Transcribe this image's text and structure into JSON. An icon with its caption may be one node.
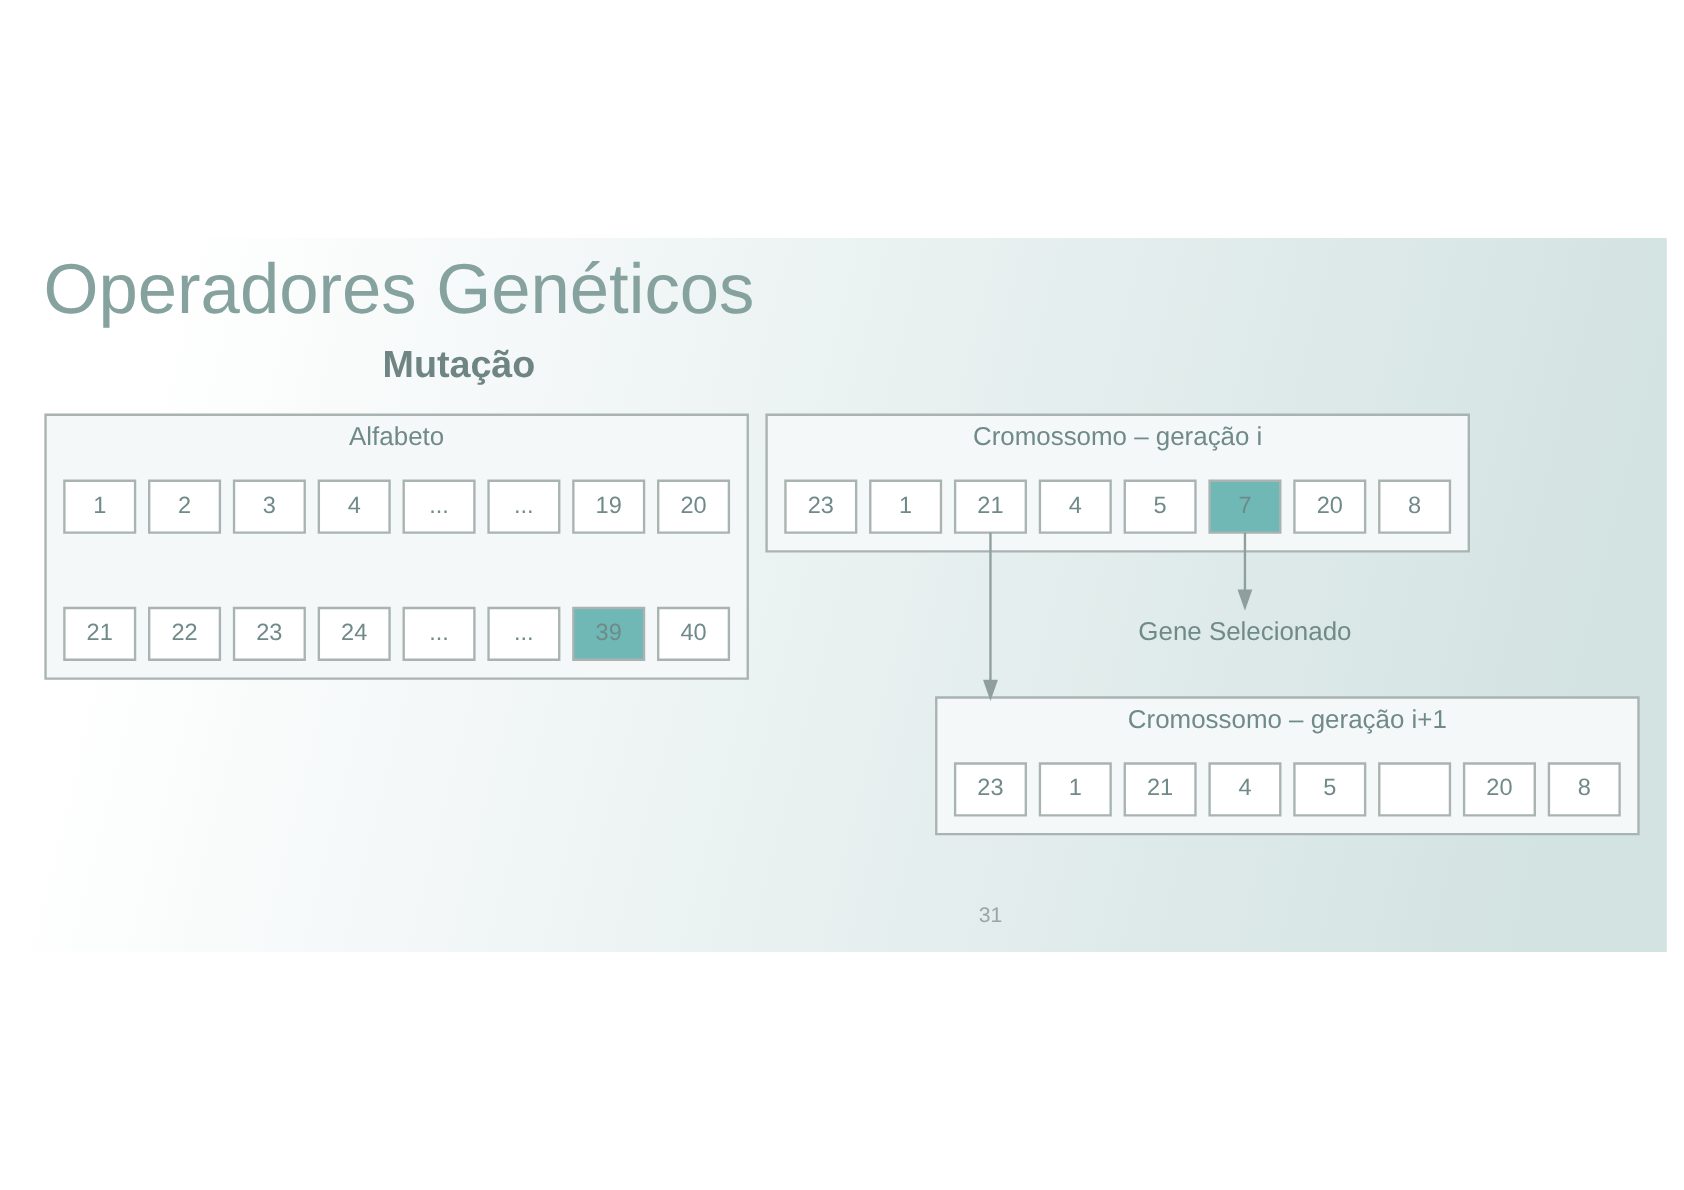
{
  "diagram": {
    "title": "Operadores Genéticos",
    "nodes": [
      {
        "text": [
          "Cromossomo – geração i"
        ]
      },
      {
        "text": [
          "23"
        ],
        "in": 0
      },
      {
        "text": [
          "1"
        ],
        "in": 0
      },
      {
        "text": [
          "21"
        ],
        "in": 0
      },
      {
        "text": [
          "4"
        ],
        "in": 0
      },
      {
        "text": [
          "5"
        ],
        "in": 0
      },
      {
        "text": [
          "7"
        ],
        "in": 0
      },
      {
        "text": [
          "20"
        ],
        "in": 0
      },
      {
        "text": [
          "8"
        ],
        "in": 0
      },
      {
        "text": [
          "Alfabeto"
        ]
      },
      {
        "text": [
          "1"
        ],
        "in": 9
      },
      {
        "text": [
          "2"
        ],
        "in": 9
      },
      {
        "text": [
          "3"
        ],
        "in": 9
      },
      {
        "text": [
          "4"
        ],
        "in": 9
      },
      {
        "text": [
          "..."
        ],
        "in": 9
      },
      {
        "text": [
          "..."
        ],
        "in": 9
      },
      {
        "text": [
          "19"
        ],
        "in": 9
      },
      {
        "text": [
          "20"
        ],
        "in": 9
      },
      {
        "text": [
          "21"
        ],
        "in": 9
      },
      {
        "text": [
          "22"
        ],
        "in": 9
      },
      {
        "text": [
          "23"
        ],
        "in": 9
      },
      {
        "text": [
          "24"
        ],
        "in": 9
      },
      {
        "text": [
          "..."
        ],
        "in": 9
      },
      {
        "text": [
          "..."
        ],
        "in": 9
      },
      {
        "text": [
          "39"
        ],
        "in": 9
      },
      {
        "text": [
          "40"
        ],
        "in": 9
      },
      {
        "text": [
          "Gene Selecionado"
        ]
      },
      {
        "text": [
          "Cromossomo – geração i+1"
        ]
      },
      {
        "text": [
          "23"
        ],
        "in": 27
      },
      {
        "text": [
          "1"
        ],
        "in": 27
      },
      {
        "text": [
          "21"
        ],
        "in": 27
      },
      {
        "text": [
          "4"
        ],
        "in": 27
      },
      {
        "text": [
          "5"
        ],
        "in": 27
      },
      {
        "text": [],
        "shape": "box",
        "in": 27
      },
      {
        "text": [
          "20"
        ],
        "in": 27
      },
      {
        "text": [
          "8"
        ],
        "in": 27
      }
    ],
    "edges": [
      {
        "from": 3,
        "to": 27,
        "arrow": "to"
      },
      {
        "from": 6,
        "to": 26,
        "arrow": "to"
      }
    ],
    "labels": [
      "Mutação",
      "31"
    ]
  }
}
